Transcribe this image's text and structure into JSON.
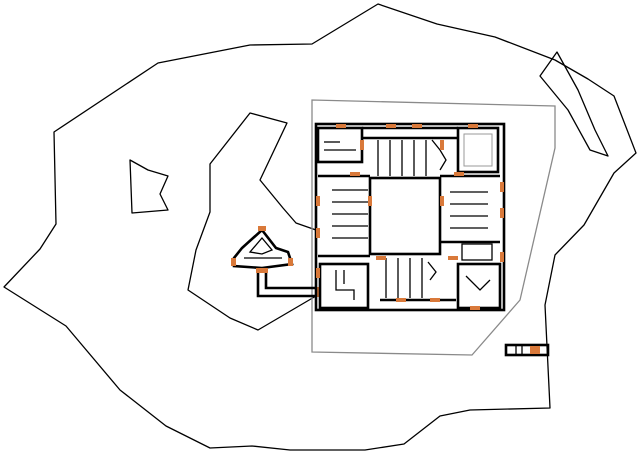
{
  "map": {
    "view": "automap",
    "colors": {
      "background": "#ffffff",
      "wall": "#000000",
      "boundary": "#8a8a8a",
      "door": "#d9793a"
    },
    "areas": [
      "outer-boundary",
      "west-shard",
      "northeast-shard",
      "inner-cliff",
      "central-fortress",
      "courtyard",
      "gazebo-room",
      "entry-corridor",
      "southeast-pod"
    ]
  }
}
